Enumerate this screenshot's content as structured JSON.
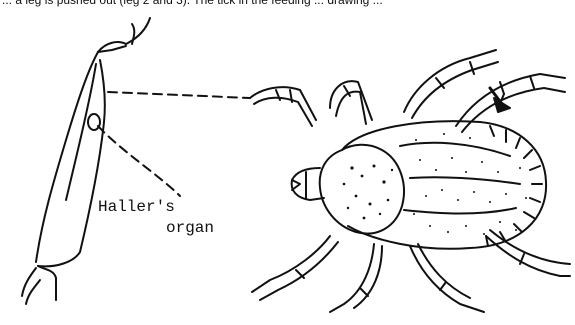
{
  "caption_fragment": "... a leg is pushed out (leg 2 and 3). The tick in the feeding ... drawing ...",
  "labels": {
    "line1": "Haller's",
    "line2": "organ"
  },
  "colors": {
    "ink": "#111111",
    "background": "#ffffff"
  },
  "icons": {
    "pointer": "arrow-icon"
  }
}
